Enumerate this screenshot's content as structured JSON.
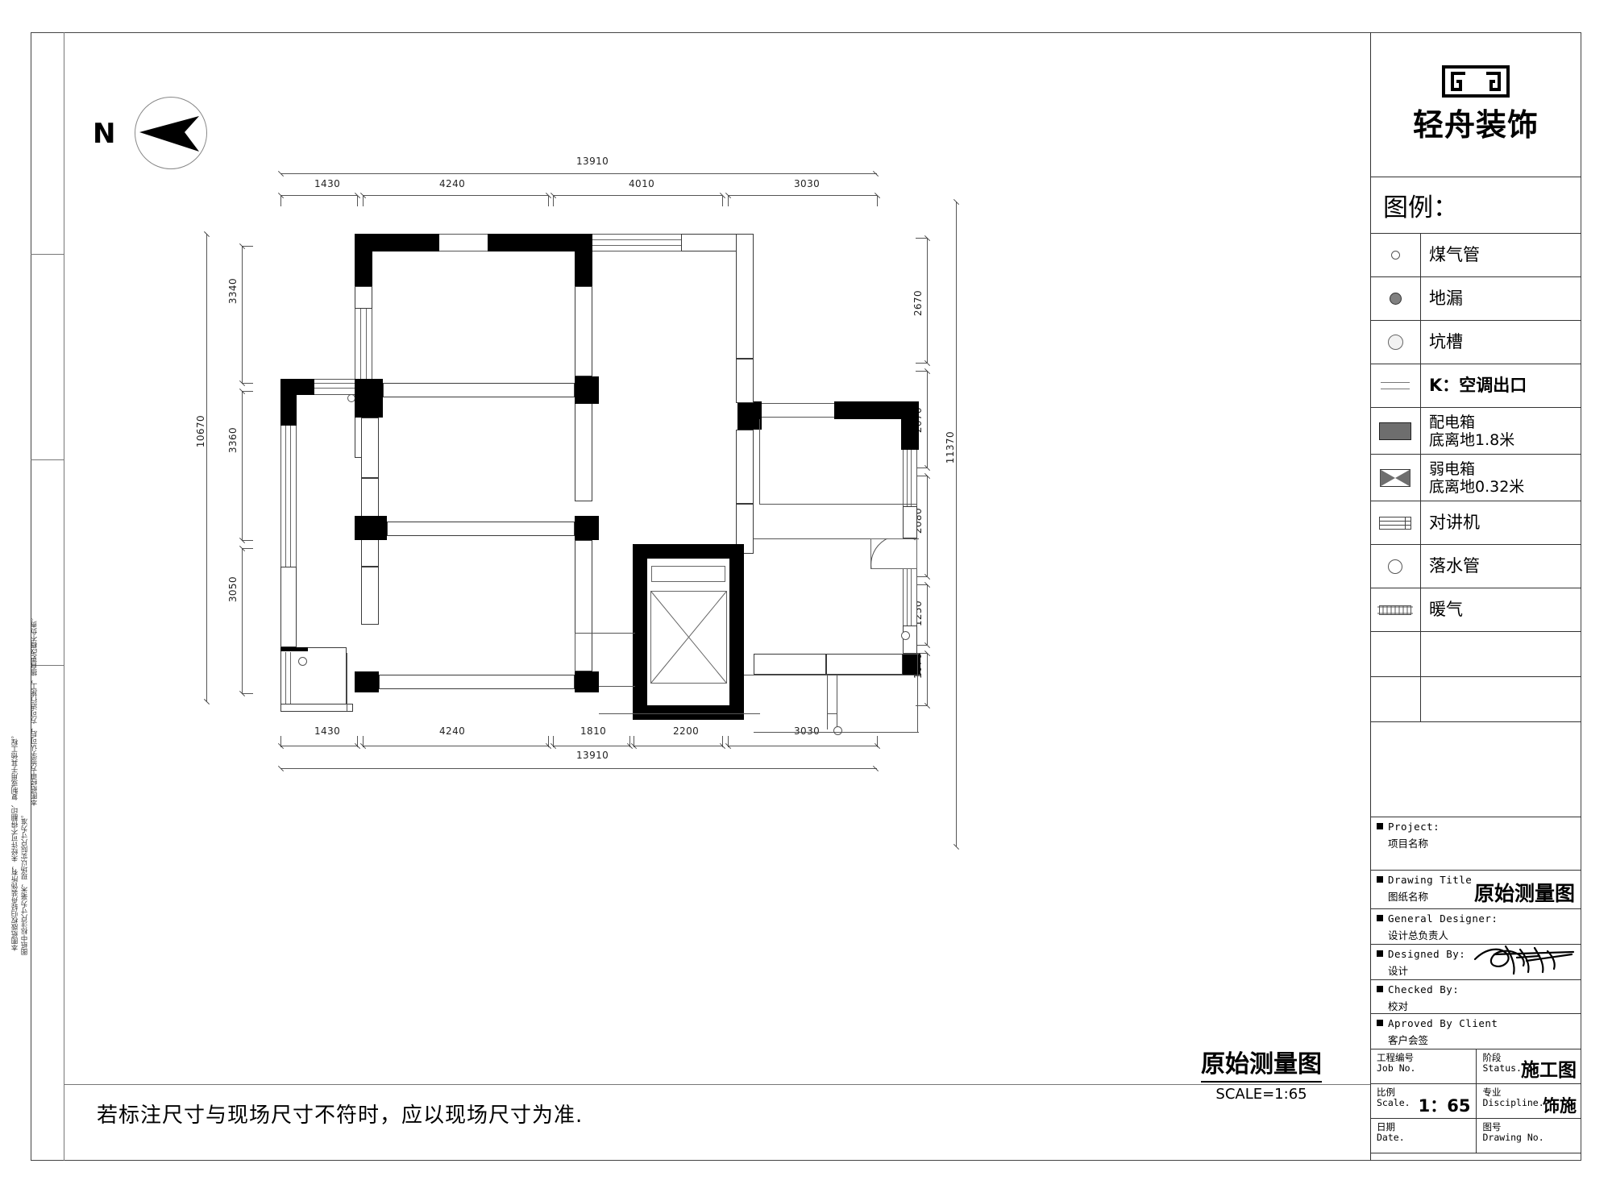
{
  "sheet": {
    "bottom_note": "若标注尺寸与现场尺寸不符时，应以现场尺寸为准.",
    "side_note_1": "本图纸版权归轻舟装饰所有，未经许可不得翻印、复制或用于其他工程。",
    "side_note_2": "图纸中标注尺寸为毫米，现场以实际尺寸为准。",
    "side_note_3": "本图纸经甲方签字认可后，方可进行施工，擅自更改概不负责。"
  },
  "north": {
    "label": "N"
  },
  "plan_title": {
    "title": "原始测量图",
    "scale": "SCALE=1:65"
  },
  "logo": {
    "brand": "轻舟装饰"
  },
  "legend": {
    "header": "图例：",
    "items": [
      {
        "icon": "small-open-circle-icon",
        "label": "煤气管"
      },
      {
        "icon": "filled-circle-icon",
        "label": "地漏"
      },
      {
        "icon": "hatched-circle-icon",
        "label": "坑槽"
      },
      {
        "icon": "double-line-icon",
        "label": "K：空调出口"
      },
      {
        "icon": "filled-rect-icon",
        "label": "配电箱",
        "label2": "底离地1.8米"
      },
      {
        "icon": "bowtie-icon",
        "label": "弱电箱",
        "label2": "底离地0.32米"
      },
      {
        "icon": "striped-rect-icon",
        "label": "对讲机"
      },
      {
        "icon": "open-circle-icon",
        "label": "落水管"
      },
      {
        "icon": "radiator-icon",
        "label": "暖气"
      },
      {
        "icon": "",
        "label": ""
      },
      {
        "icon": "",
        "label": ""
      }
    ]
  },
  "titleblock": {
    "project": {
      "en": "Project:",
      "cn": "项目名称",
      "value": ""
    },
    "drawing_title": {
      "en": "Drawing Title",
      "cn": "图纸名称",
      "value": "原始测量图"
    },
    "general_designer": {
      "en": "General Designer:",
      "cn": "设计总负责人",
      "value": ""
    },
    "designed_by": {
      "en": "Designed By:",
      "cn": "设计",
      "value": ""
    },
    "checked_by": {
      "en": "Checked By:",
      "cn": "校对",
      "value": ""
    },
    "approved_by_client": {
      "en": "Aproved By Client",
      "cn": "客户会签",
      "value": ""
    },
    "job_no": {
      "cn": "工程编号",
      "en": "Job No.",
      "value": ""
    },
    "status": {
      "cn": "阶段",
      "en": "Status.",
      "value": "施工图"
    },
    "scale": {
      "cn": "比例",
      "en": "Scale.",
      "value": "1：65"
    },
    "discipline": {
      "cn": "专业",
      "en": "Discipline.",
      "value": "饰施"
    },
    "date": {
      "cn": "日期",
      "en": "Date.",
      "value": ""
    },
    "drawing_no": {
      "cn": "图号",
      "en": "Drawing No.",
      "value": ""
    }
  },
  "chart_data": {
    "type": "table",
    "title": "原始测量图",
    "units": "mm",
    "dimensions_top": {
      "total": "13910",
      "segments": [
        "1430",
        "4240",
        "4010",
        "3030"
      ]
    },
    "dimensions_bottom": {
      "total": "13910",
      "segments": [
        "1430",
        "4240",
        "1810",
        "2200",
        "3030"
      ]
    },
    "dimensions_left": {
      "total": "10670",
      "segments": [
        "3340",
        "3360",
        "3050"
      ]
    },
    "dimensions_right": {
      "total": "11370",
      "segments": [
        "2670",
        "2070",
        "2080",
        "1250",
        "1070"
      ]
    }
  }
}
